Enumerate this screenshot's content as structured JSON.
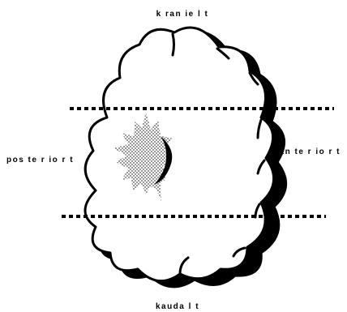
{
  "labels": {
    "top": "k ran ie l t",
    "bottom": "kauda l t",
    "left": "pos te r io r t",
    "right": "an te r io r t"
  },
  "colors": {
    "outline": "#000000",
    "background": "#ffffff",
    "shading": "#000000"
  }
}
